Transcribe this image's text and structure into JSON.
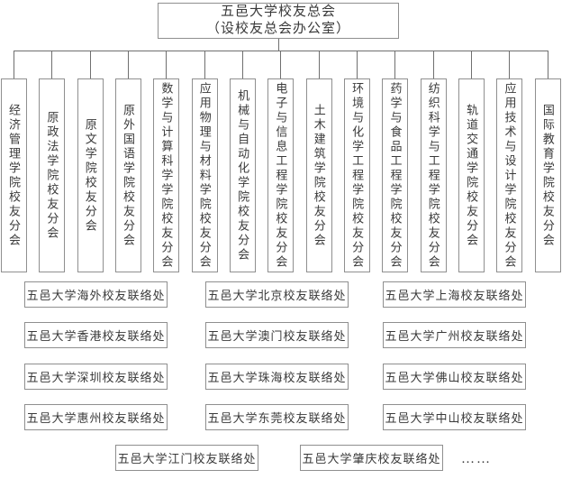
{
  "colors": {
    "background": "#ffffff",
    "border": "#8f8f8f",
    "line": "#6f6f6f",
    "text": "#3a3a3a"
  },
  "root": {
    "line1": "五邑大学校友总会",
    "line2": "（设校友总会办公室）"
  },
  "branches": [
    "经济管理学院校友分会",
    "原政法学院校友分会",
    "原文学院校友分会",
    "原外国语学院校友分会",
    "数学与计算科学学院校友分会",
    "应用物理与材料学院校友分会",
    "机械与自动化学院校友分会",
    "电子与信息工程学院校友分会",
    "土木建筑学院校友分会",
    "环境与化学工程学院校友分会",
    "药学与食品工程学院校友分会",
    "纺织科学与工程学院校友分会",
    "轨道交通学院校友分会",
    "应用技术与设计学院校友分会",
    "国际教育学院校友分会"
  ],
  "liaison": {
    "rows": [
      [
        "五邑大学海外校友联络处",
        "五邑大学北京校友联络处",
        "五邑大学上海校友联络处"
      ],
      [
        "五邑大学香港校友联络处",
        "五邑大学澳门校友联络处",
        "五邑大学广州校友联络处"
      ],
      [
        "五邑大学深圳校友联络处",
        "五邑大学珠海校友联络处",
        "五邑大学佛山校友联络处"
      ],
      [
        "五邑大学惠州校友联络处",
        "五邑大学东莞校友联络处",
        "五邑大学中山校友联络处"
      ],
      [
        "五邑大学江门校友联络处",
        "五邑大学肇庆校友联络处"
      ]
    ],
    "ellipsis": "……"
  }
}
